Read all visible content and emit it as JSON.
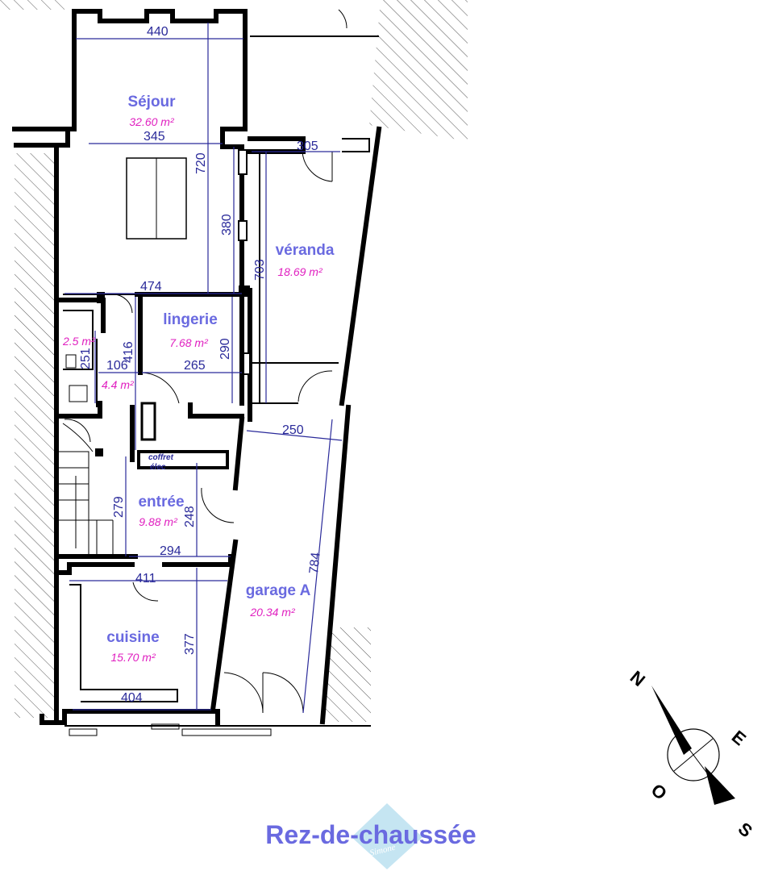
{
  "title": "Rez-de-chaussée",
  "watermark": "Simone",
  "rooms": {
    "sejour": {
      "name": "Séjour",
      "area": "32.60 m²"
    },
    "veranda": {
      "name": "véranda",
      "area": "18.69 m²"
    },
    "lingerie": {
      "name": "lingerie",
      "area": "7.68 m²"
    },
    "wc": {
      "area": "2.5 m²"
    },
    "sdb": {
      "area": "4.4 m²"
    },
    "entree": {
      "name": "entrée",
      "area": "9.88 m²"
    },
    "garage": {
      "name": "garage A",
      "area": "20.34 m²"
    },
    "cuisine": {
      "name": "cuisine",
      "area": "15.70 m²"
    }
  },
  "labels": {
    "coffret_1": "coffret",
    "coffret_2": "élec"
  },
  "dimensions": {
    "d440": "440",
    "d345": "345",
    "d720": "720",
    "d380": "380",
    "d305": "305",
    "d703": "703",
    "d474": "474",
    "d416": "416",
    "d290": "290",
    "d251": "251",
    "d106": "106",
    "d265": "265",
    "d250": "250",
    "d279": "279",
    "d248": "248",
    "d294": "294",
    "d411": "411",
    "d784": "784",
    "d377": "377",
    "d404": "404"
  },
  "compass": {
    "n": "N",
    "e": "E",
    "s": "S",
    "o": "O"
  }
}
